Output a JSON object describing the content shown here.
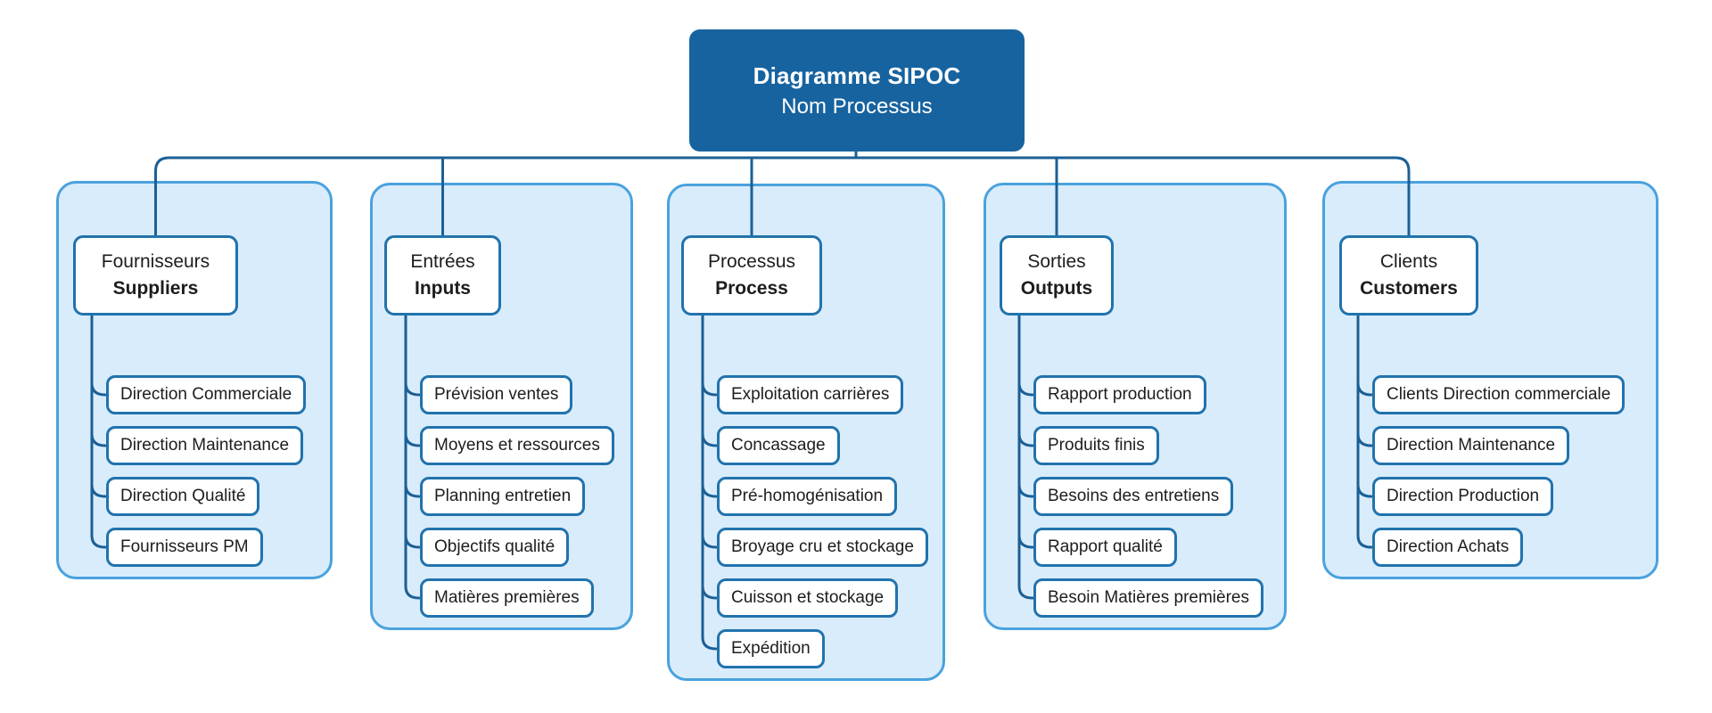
{
  "diagram": {
    "title": "Diagramme SIPOC",
    "subtitle": "Nom Processus"
  },
  "columns": [
    {
      "key": "suppliers",
      "header_fr": "Fournisseurs",
      "header_en": "Suppliers",
      "items": [
        "Direction Commerciale",
        "Direction Maintenance",
        "Direction Qualité",
        "Fournisseurs PM"
      ]
    },
    {
      "key": "inputs",
      "header_fr": "Entrées",
      "header_en": "Inputs",
      "items": [
        "Prévision ventes",
        "Moyens et ressources",
        "Planning entretien",
        "Objectifs qualité",
        "Matières premières"
      ]
    },
    {
      "key": "process",
      "header_fr": "Processus",
      "header_en": "Process",
      "items": [
        "Exploitation carrières",
        "Concassage",
        "Pré-homogénisation",
        "Broyage cru et stockage",
        "Cuisson et stockage",
        "Expédition"
      ]
    },
    {
      "key": "outputs",
      "header_fr": "Sorties",
      "header_en": "Outputs",
      "items": [
        "Rapport production",
        "Produits finis",
        "Besoins des entretiens",
        "Rapport qualité",
        "Besoin Matières premières"
      ]
    },
    {
      "key": "customers",
      "header_fr": "Clients",
      "header_en": "Customers",
      "items": [
        "Clients Direction commerciale",
        "Direction Maintenance",
        "Direction Production",
        "Direction Achats"
      ]
    }
  ],
  "colors": {
    "background": "#ffffff",
    "title_box_fill": "#17639f",
    "title_text": "#ffffff",
    "connector": "#1b6096",
    "node_border": "#2173ad",
    "node_fill": "#ffffff",
    "panel_border": "#4aa2de",
    "panel_fill": "#d9ecfb",
    "text": "#1d1d1f"
  }
}
